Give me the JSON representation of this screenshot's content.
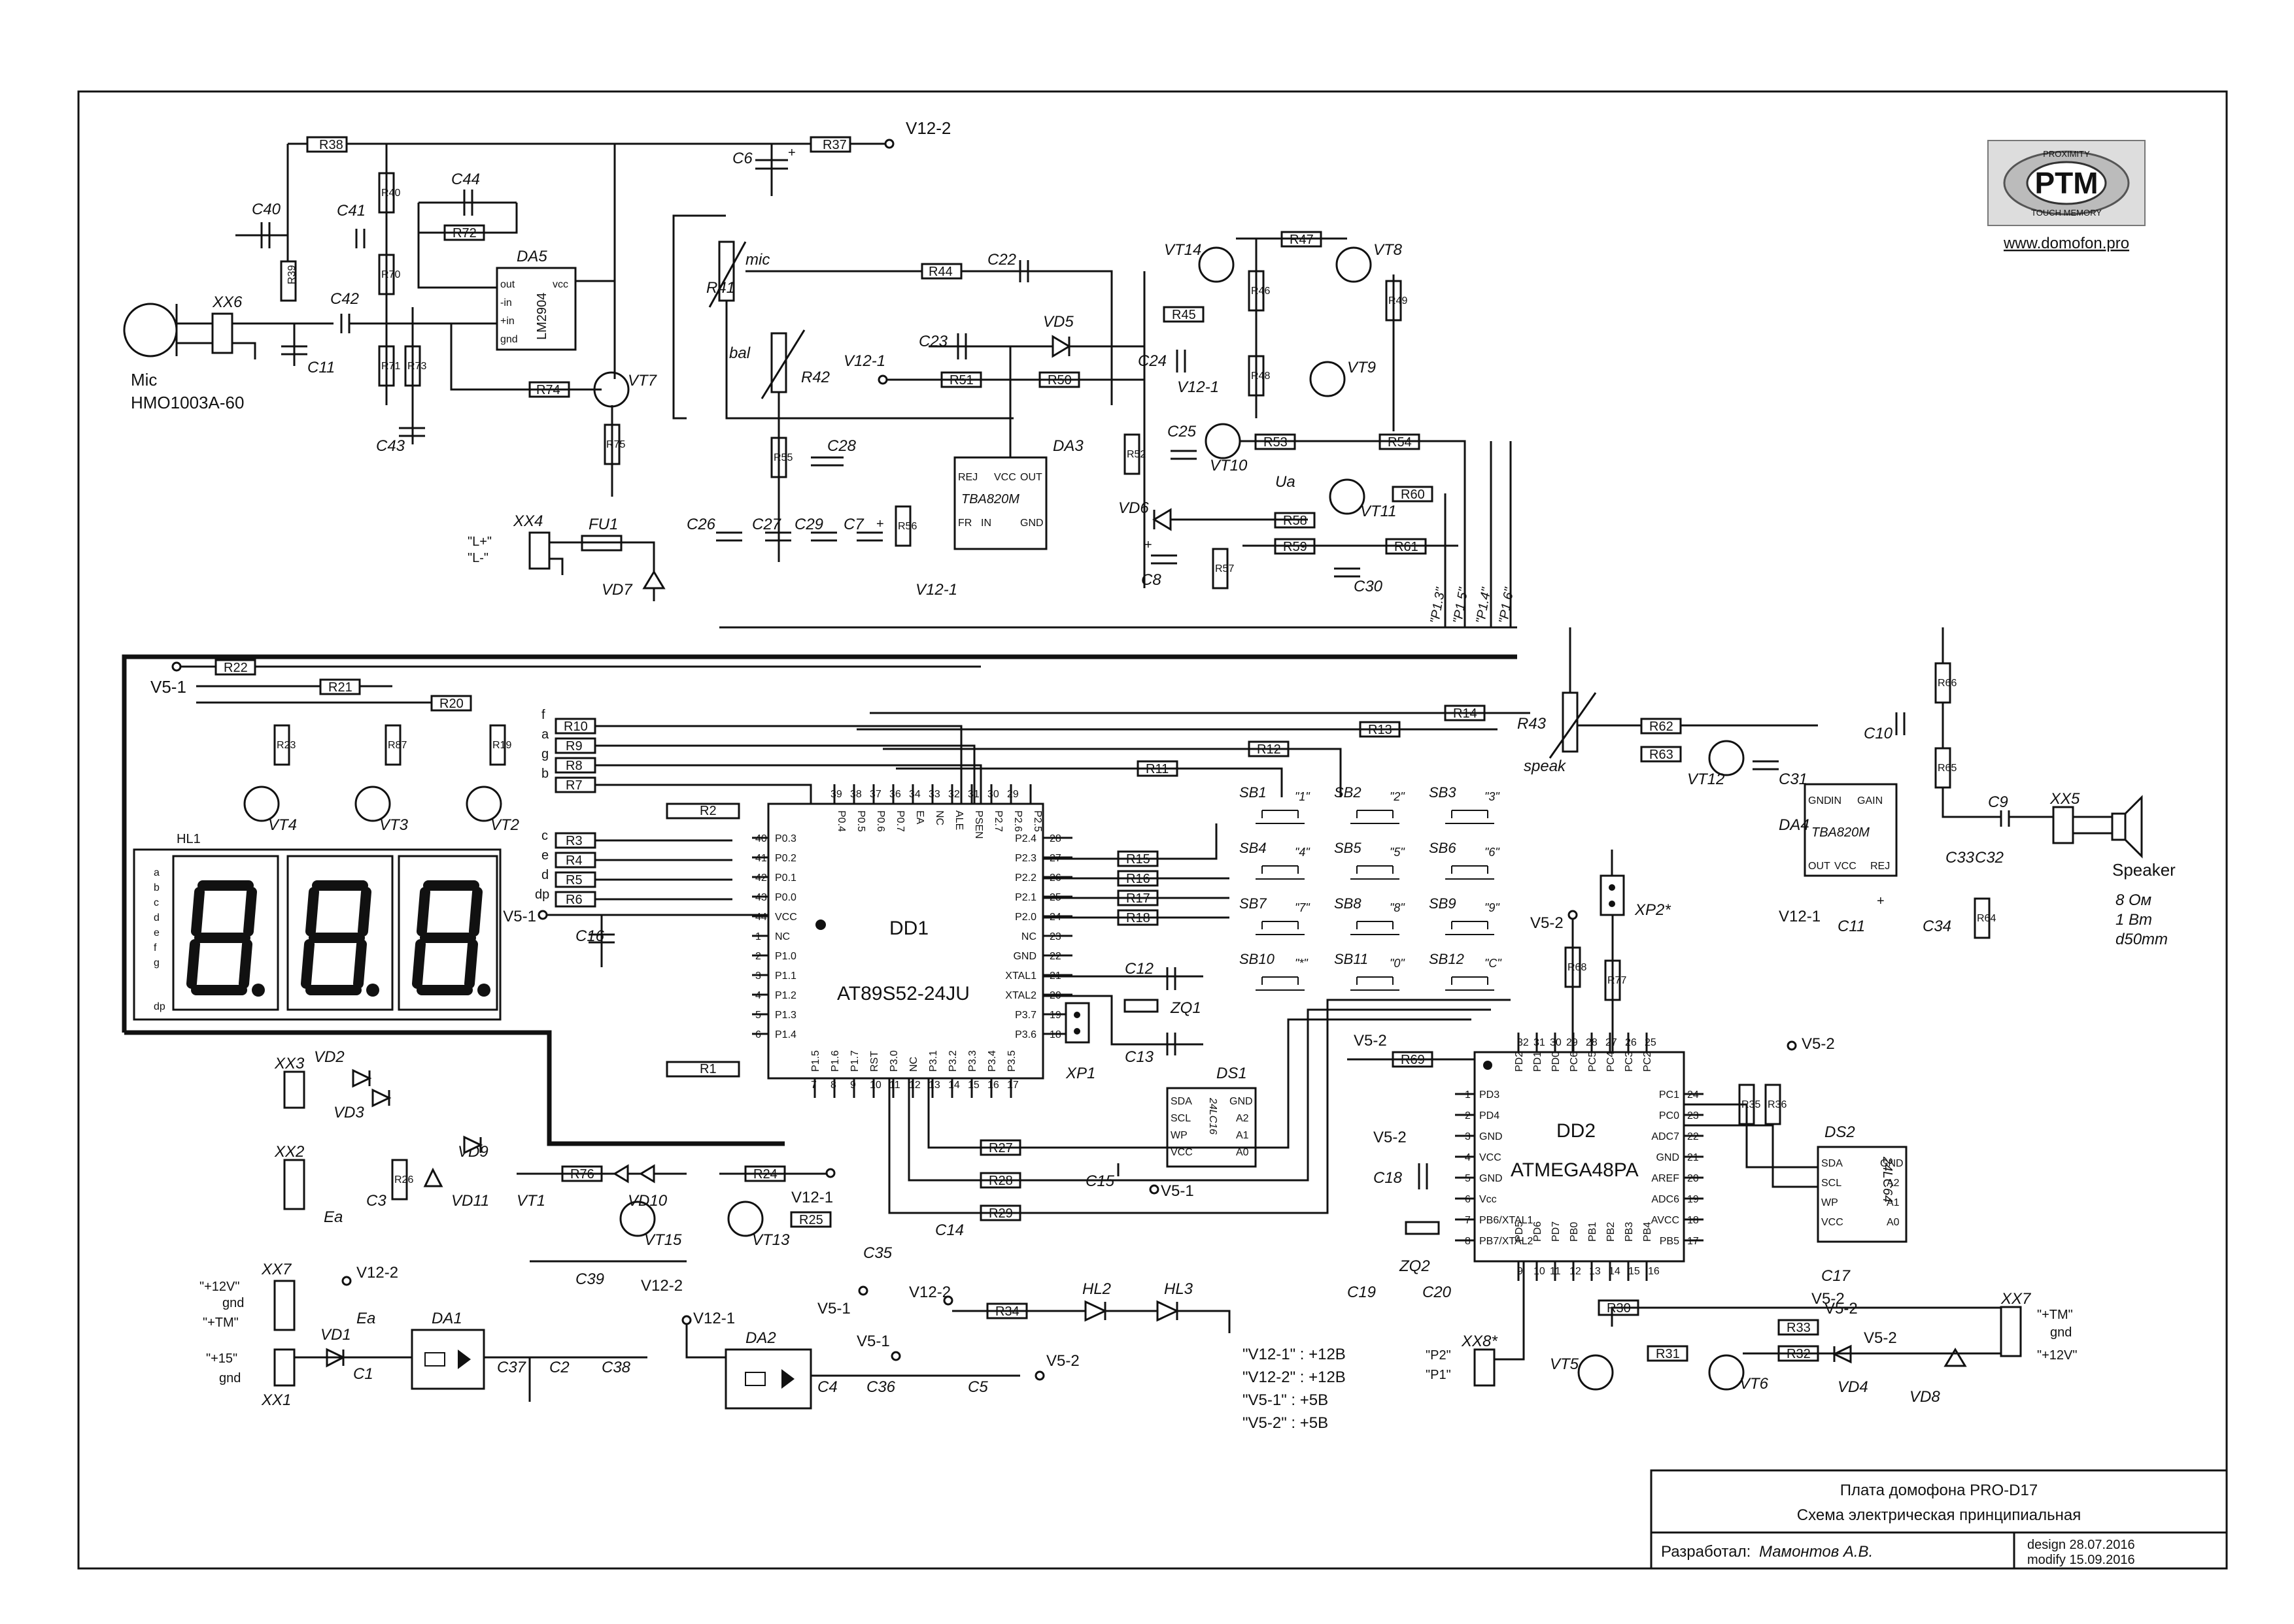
{
  "logo": {
    "text": "PTM",
    "ring_top": "PROXIMITY",
    "ring_bottom": "TOUCH MEMORY",
    "url": "www.domofon.pro"
  },
  "title_block": {
    "line1": "Плата домофона  PRO-D17",
    "line2": "Схема электрическая принципиальная",
    "designer_label": "Разработал:",
    "designer_name": "Мамонтов А.В.",
    "design_date": "design 28.07.2016",
    "modify_date": "modify 15.09.2016"
  },
  "notes": [
    "\"V12-1\" : +12В",
    "\"V12-2\" : +12В",
    "\"V5-1\" : +5В",
    "\"V5-2\" : +5В"
  ],
  "chips": {
    "dd1": {
      "name": "DD1",
      "part": "AT89S52-24JU"
    },
    "dd2": {
      "name": "DD2",
      "part": "ATMEGA48PA"
    },
    "da3": {
      "name": "DA3",
      "part": "TBA820M"
    },
    "da4": {
      "name": "DA4",
      "part": "TBA820M"
    },
    "da5": {
      "name": "DA5",
      "part": "LM2904"
    },
    "ds1": {
      "name": "DS1",
      "part": "24LC16"
    },
    "ds2": {
      "name": "DS2",
      "part": "24LC64"
    },
    "da1": {
      "name": "DA1"
    },
    "da2": {
      "name": "DA2"
    },
    "hl1": {
      "name": "HL1"
    }
  },
  "mic": {
    "name": "Mic",
    "part": "HMO1003A-60"
  },
  "speaker": {
    "name": "Speaker",
    "spec1": "8 Ом",
    "spec2": "1 Вт",
    "spec3": "d50mm"
  },
  "keys": [
    {
      "id": "SB1",
      "label": "\"1\""
    },
    {
      "id": "SB2",
      "label": "\"2\""
    },
    {
      "id": "SB3",
      "label": "\"3\""
    },
    {
      "id": "SB4",
      "label": "\"4\""
    },
    {
      "id": "SB5",
      "label": "\"5\""
    },
    {
      "id": "SB6",
      "label": "\"6\""
    },
    {
      "id": "SB7",
      "label": "\"7\""
    },
    {
      "id": "SB8",
      "label": "\"8\""
    },
    {
      "id": "SB9",
      "label": "\"9\""
    },
    {
      "id": "SB10",
      "label": "\"*\""
    },
    {
      "id": "SB11",
      "label": "\"0\""
    },
    {
      "id": "SB12",
      "label": "\"C\""
    }
  ],
  "resistors": [
    "R38",
    "R37",
    "R40",
    "R72",
    "R39",
    "R70",
    "R71",
    "R73",
    "R74",
    "R75",
    "R44",
    "R41",
    "R45",
    "R47",
    "R46",
    "R48",
    "R49",
    "R51",
    "R50",
    "R42",
    "R55",
    "R56",
    "R52",
    "R53",
    "R54",
    "R60",
    "R58",
    "R59",
    "R61",
    "R57",
    "R22",
    "R21",
    "R20",
    "R23",
    "R87",
    "R19",
    "R10",
    "R9",
    "R8",
    "R7",
    "R13",
    "R14",
    "R12",
    "R11",
    "R3",
    "R4",
    "R5",
    "R6",
    "R2",
    "R1",
    "R15",
    "R16",
    "R17",
    "R18",
    "R43",
    "R62",
    "R63",
    "R66",
    "R65",
    "R64",
    "R68",
    "R77",
    "R69",
    "R35",
    "R36",
    "R27",
    "R28",
    "R29",
    "R76",
    "R24",
    "R25",
    "R26",
    "R34",
    "R30",
    "R31",
    "R33",
    "R32"
  ],
  "labels": {
    "v12_2": "V12-2",
    "v12_1": "V12-1",
    "v5_1": "V5-1",
    "v5_2": "V5-2",
    "mic_net": "mic",
    "bal_net": "bal",
    "speak_net": "speak",
    "ua_net": "Ua",
    "p13": "\"P1.3\"",
    "p15": "\"P1.5\"",
    "p14": "\"P1.4\"",
    "p16": "\"P1.6\"",
    "l_plus": "\"L+\"",
    "l_minus": "\"L-\"",
    "plus12v": "\"+12V\"",
    "gnd": "gnd",
    "plus_tm": "\"+TM\"",
    "plus15": "\"+15\"",
    "p2": "\"P2\"",
    "p1": "\"P1\"",
    "ea": "Ea",
    "plus12v_b": "\"+12V\""
  },
  "dd1_pins_left": [
    "P0.3",
    "P0.2",
    "P0.1",
    "P0.0",
    "VCC",
    "NC",
    "P1.0",
    "P1.1",
    "P1.2",
    "P1.3",
    "P1.4"
  ],
  "dd1_pins_right": [
    "P2.4",
    "P2.3",
    "P2.2",
    "P2.1",
    "P2.0",
    "NC",
    "GND",
    "XTAL1",
    "XTAL2",
    "P3.7",
    "P3.6"
  ],
  "dd1_pins_top": [
    "P0.4",
    "P0.5",
    "P0.6",
    "P0.7",
    "EA",
    "NC",
    "ALE",
    "PSEN",
    "P2.7",
    "P2.6",
    "P2.5"
  ],
  "dd1_pins_bottom": [
    "P1.5",
    "P1.6",
    "P1.7",
    "RST",
    "P3.0",
    "NC",
    "P3.1",
    "P3.2",
    "P3.3",
    "P3.4",
    "P3.5"
  ],
  "dd2_pins_left": [
    "PD3",
    "PD4",
    "GND",
    "VCC",
    "GND",
    "Vcc",
    "PB6/XTAL1",
    "PB7/XTAL2"
  ],
  "dd2_pins_right": [
    "PC1",
    "PC0",
    "ADC7",
    "GND",
    "AREF",
    "ADC6",
    "AVCC",
    "PB5"
  ],
  "dd2_pins_top": [
    "PD2",
    "PD1",
    "PD0",
    "PC6",
    "PC5",
    "PC4",
    "PC3",
    "PC2"
  ],
  "dd2_pins_bottom": [
    "PD5",
    "PD6",
    "PD7",
    "PB0",
    "PB1",
    "PB2",
    "PB3",
    "PB4"
  ]
}
